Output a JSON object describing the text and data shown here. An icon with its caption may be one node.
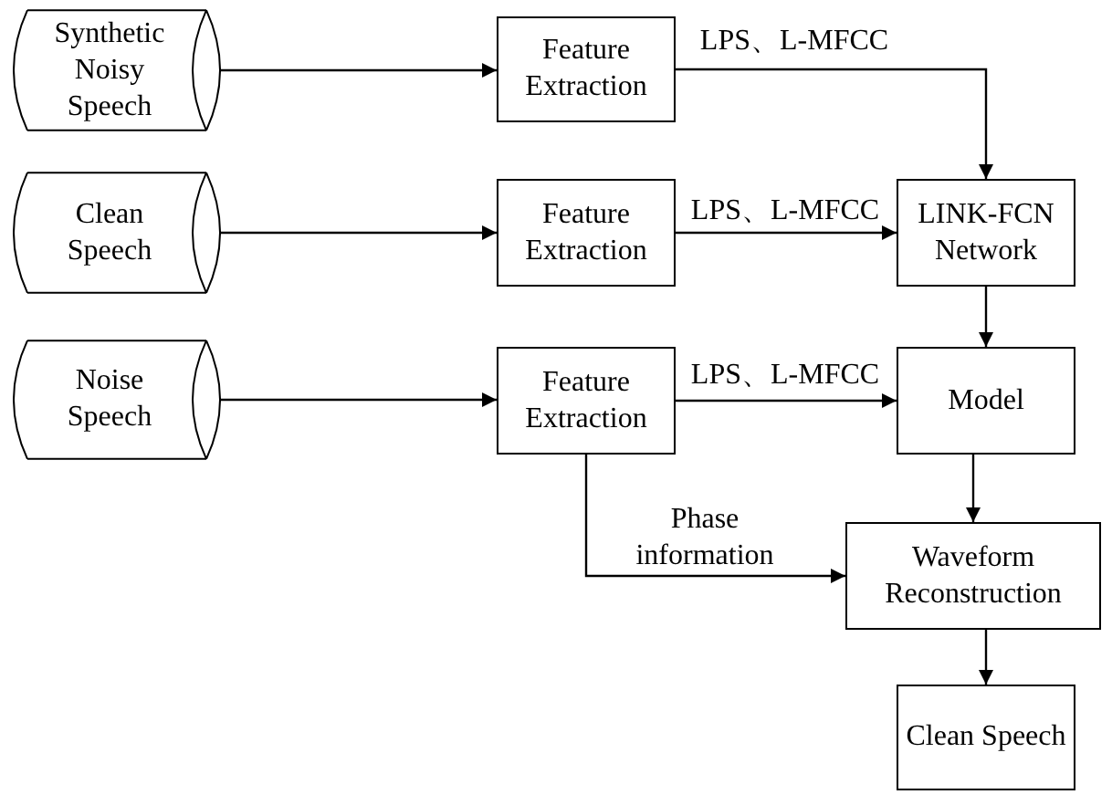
{
  "diagram": {
    "nodes": [
      {
        "text": [
          "Synthetic Noisy Speech"
        ]
      },
      {
        "text": [
          "Feature Extraction"
        ]
      },
      {
        "text": [
          "Clean Speech"
        ]
      },
      {
        "text": [
          "Feature Extraction"
        ]
      },
      {
        "text": [
          "LINK-FCN Network"
        ]
      },
      {
        "text": [
          "Noise Speech"
        ]
      },
      {
        "text": [
          "Feature Extraction"
        ]
      },
      {
        "text": [
          "Model"
        ]
      },
      {
        "text": [
          "Waveform Reconstruction"
        ]
      },
      {
        "text": [
          "Clean Speech"
        ]
      }
    ],
    "edges": [
      {
        "from": 0,
        "to": 1,
        "arrow": "to"
      },
      {
        "from": 1,
        "to": 4,
        "arrow": "to",
        "label": "LPS、L-MFCC"
      },
      {
        "from": 2,
        "to": 3,
        "arrow": "to"
      },
      {
        "from": 3,
        "to": 4,
        "arrow": "to",
        "label": "LPS、L-MFCC"
      },
      {
        "from": 5,
        "to": 6,
        "arrow": "to"
      },
      {
        "from": 6,
        "to": 7,
        "arrow": "to",
        "label": "LPS、L-MFCC"
      },
      {
        "from": 4,
        "to": 7,
        "arrow": "to"
      },
      {
        "from": 7,
        "to": 8,
        "arrow": "to"
      },
      {
        "from": 6,
        "to": 8,
        "arrow": "to",
        "label": "Phase information"
      },
      {
        "from": 8,
        "to": 9,
        "arrow": "to"
      }
    ]
  }
}
